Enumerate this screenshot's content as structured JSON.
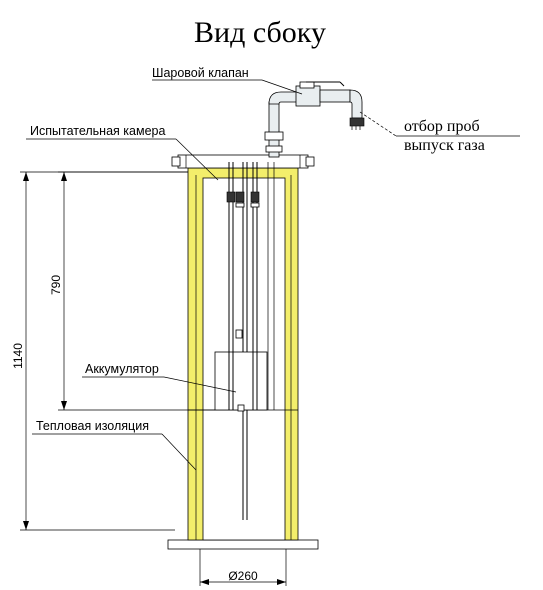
{
  "title": "Вид сбоку",
  "labels": {
    "ball_valve": "Шаровой клапан",
    "test_chamber": "Испытательная камера",
    "accumulator": "Аккумулятор",
    "thermal_insulation": "Тепловая изоляция",
    "sampling": "отбор проб",
    "gas_release": "выпуск газа"
  },
  "dimensions": {
    "height_total": "1140",
    "height_inner": "790",
    "diameter": "Ø260"
  },
  "colors": {
    "insulation": "#f3ee6b",
    "lines": "#000000",
    "pipe": "#e9eef0"
  }
}
